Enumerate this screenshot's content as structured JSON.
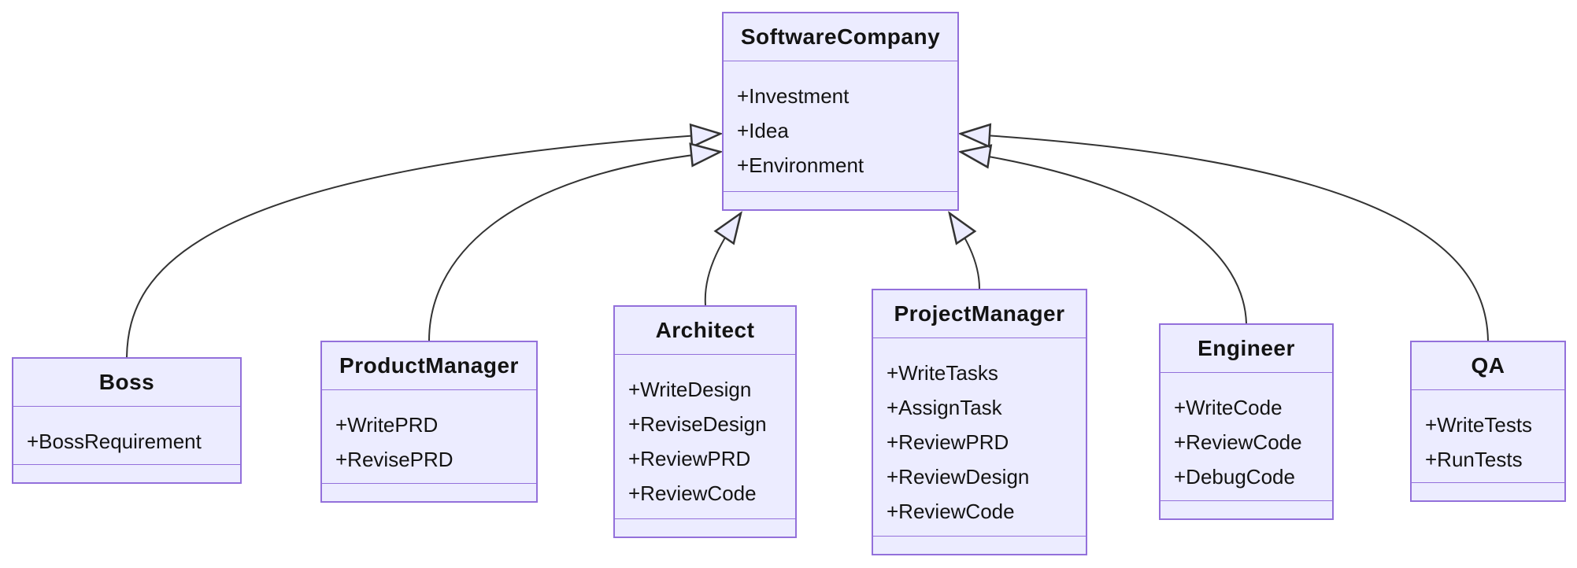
{
  "diagram": {
    "kind": "uml-class-diagram",
    "colors": {
      "node_fill": "#ECECFF",
      "node_border": "#9370DB",
      "edge_line": "#333333",
      "text": "#131313",
      "background": "#ffffff"
    },
    "classes": [
      {
        "name": "SoftwareCompany",
        "attributes": [
          "+Investment",
          "+Idea",
          "+Environment"
        ],
        "methods": []
      },
      {
        "name": "Boss",
        "attributes": [
          "+BossRequirement"
        ],
        "methods": []
      },
      {
        "name": "ProductManager",
        "attributes": [
          "+WritePRD",
          "+RevisePRD"
        ],
        "methods": []
      },
      {
        "name": "Architect",
        "attributes": [
          "+WriteDesign",
          "+ReviseDesign",
          "+ReviewPRD",
          "+ReviewCode"
        ],
        "methods": []
      },
      {
        "name": "ProjectManager",
        "attributes": [
          "+WriteTasks",
          "+AssignTask",
          "+ReviewPRD",
          "+ReviewDesign",
          "+ReviewCode"
        ],
        "methods": []
      },
      {
        "name": "Engineer",
        "attributes": [
          "+WriteCode",
          "+ReviewCode",
          "+DebugCode"
        ],
        "methods": []
      },
      {
        "name": "QA",
        "attributes": [
          "+WriteTests",
          "+RunTests"
        ],
        "methods": []
      }
    ],
    "relations": [
      {
        "from": "Boss",
        "to": "SoftwareCompany",
        "type": "inheritance"
      },
      {
        "from": "ProductManager",
        "to": "SoftwareCompany",
        "type": "inheritance"
      },
      {
        "from": "Architect",
        "to": "SoftwareCompany",
        "type": "inheritance"
      },
      {
        "from": "ProjectManager",
        "to": "SoftwareCompany",
        "type": "inheritance"
      },
      {
        "from": "Engineer",
        "to": "SoftwareCompany",
        "type": "inheritance"
      },
      {
        "from": "QA",
        "to": "SoftwareCompany",
        "type": "inheritance"
      }
    ]
  }
}
